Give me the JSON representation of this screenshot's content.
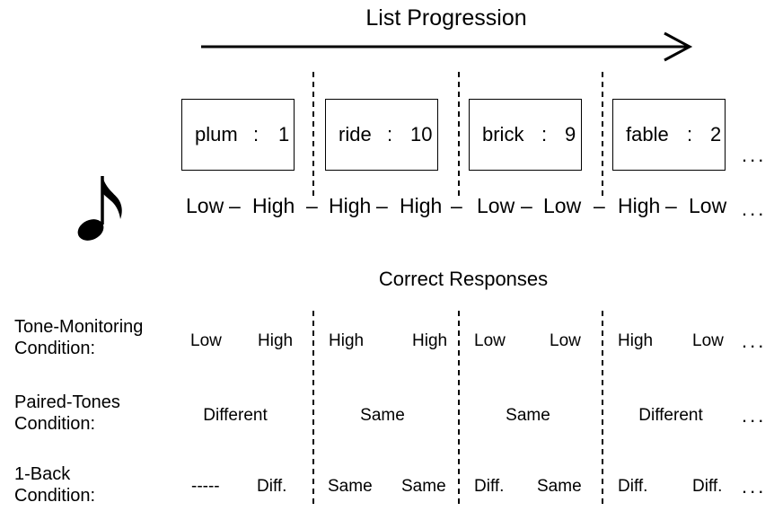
{
  "title": "List Progression",
  "items": [
    {
      "word": "plum",
      "num": "1"
    },
    {
      "word": "ride",
      "num": "10"
    },
    {
      "word": "brick",
      "num": "9"
    },
    {
      "word": "fable",
      "num": "2"
    }
  ],
  "separator": ":",
  "tone_pairs": [
    {
      "first": "Low",
      "second": "High"
    },
    {
      "first": "High",
      "second": "High"
    },
    {
      "first": "Low",
      "second": "Low"
    },
    {
      "first": "High",
      "second": "Low"
    }
  ],
  "dash": "–",
  "ellipsis": "...",
  "correct_header": "Correct Responses",
  "conditions": [
    {
      "line1": "Tone-Monitoring",
      "line2": "Condition:",
      "responses": [
        "Low",
        "High",
        "High",
        "High",
        "Low",
        "Low",
        "High",
        "Low"
      ]
    },
    {
      "line1": "Paired-Tones",
      "line2": "Condition:",
      "responses": [
        "Different",
        "Same",
        "Same",
        "Different"
      ]
    },
    {
      "line1": "1-Back",
      "line2": "Condition:",
      "responses": [
        "-----",
        "Diff.",
        "Same",
        "Same",
        "Diff.",
        "Same",
        "Diff.",
        "Diff."
      ]
    }
  ],
  "icons": {
    "note": "eighth-note-icon",
    "arrow": "right-arrow-icon"
  }
}
